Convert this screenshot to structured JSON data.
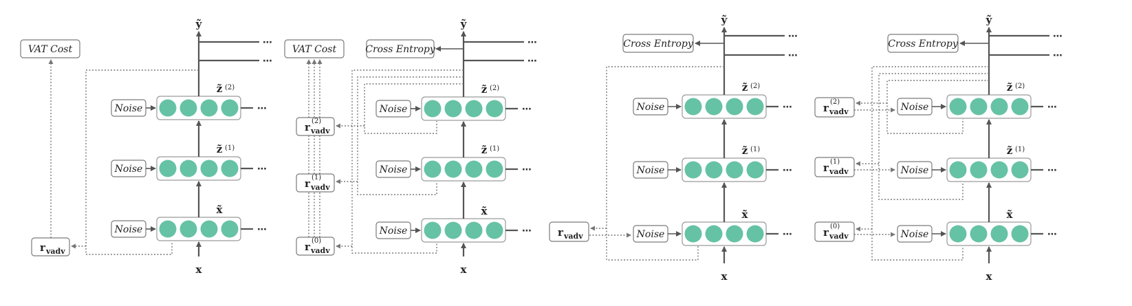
{
  "panels": [
    {
      "cost": "VAT Cost",
      "noise": "Noise",
      "input": "x",
      "output": "ỹ",
      "layers": [
        "x̃",
        "z̃",
        "z̃"
      ],
      "layer_sups": [
        "",
        "(1)",
        "(2)"
      ],
      "r_main": "r",
      "r_sub": "vadv"
    },
    {
      "cost": "VAT Cost",
      "loss": "Cross Entropy",
      "noise": "Noise",
      "input": "x",
      "output": "ỹ",
      "layers": [
        "x̃",
        "z̃",
        "z̃"
      ],
      "layer_sups": [
        "",
        "(1)",
        "(2)"
      ],
      "r_main": "r",
      "r_sub": "vadv",
      "r_sups": [
        "(0)",
        "(1)",
        "(2)"
      ]
    },
    {
      "loss": "Cross Entropy",
      "noise": "Noise",
      "input": "x",
      "output": "ỹ",
      "layers": [
        "x̃",
        "z̃",
        "z̃"
      ],
      "layer_sups": [
        "",
        "(1)",
        "(2)"
      ],
      "r_main": "r",
      "r_sub": "vadv"
    },
    {
      "loss": "Cross Entropy",
      "noise": "Noise",
      "input": "x",
      "output": "ỹ",
      "layers": [
        "x̃",
        "z̃",
        "z̃"
      ],
      "layer_sups": [
        "",
        "(1)",
        "(2)"
      ],
      "r_main": "r",
      "r_sub": "vadv",
      "r_sups": [
        "(0)",
        "(1)",
        "(2)"
      ]
    }
  ],
  "ellipsis": "⋯",
  "colors": {
    "node": "#66c2a5",
    "line": "#555555",
    "dotted": "#777777"
  }
}
